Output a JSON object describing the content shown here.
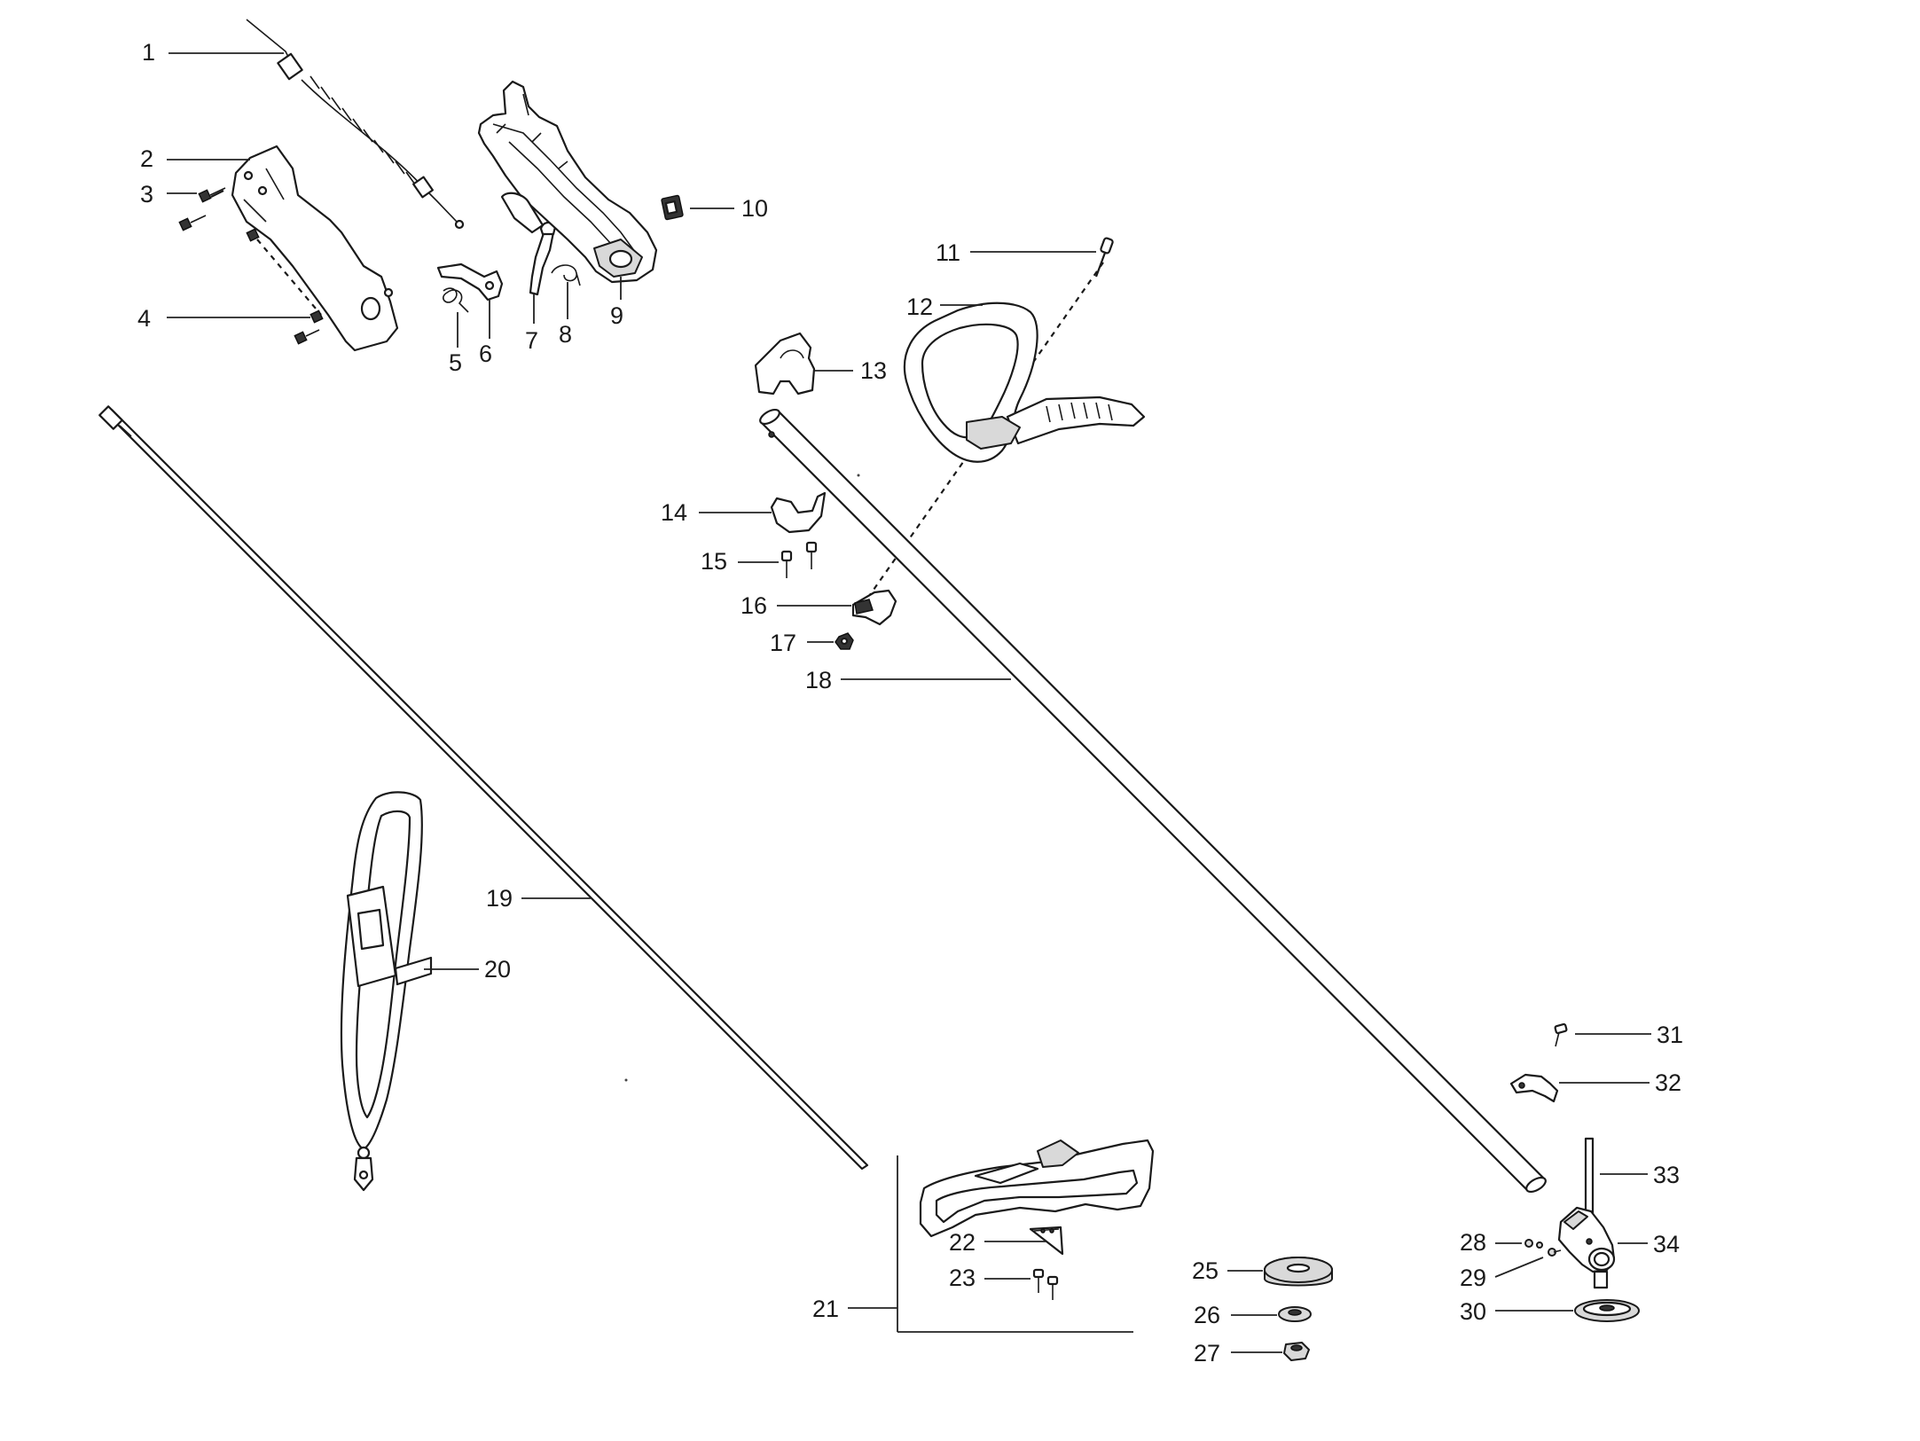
{
  "diagram": {
    "labels": {
      "l1": "1",
      "l2": "2",
      "l3": "3",
      "l4": "4",
      "l5": "5",
      "l6": "6",
      "l7": "7",
      "l8": "8",
      "l9": "9",
      "l10": "10",
      "l11": "11",
      "l12": "12",
      "l13": "13",
      "l14": "14",
      "l15": "15",
      "l16": "16",
      "l17": "17",
      "l18": "18",
      "l19": "19",
      "l20": "20",
      "l21": "21",
      "l22": "22",
      "l23": "23",
      "l25": "25",
      "l26": "26",
      "l27": "27",
      "l28": "28",
      "l29": "29",
      "l30": "30",
      "l31": "31",
      "l32": "32",
      "l33": "33",
      "l34": "34"
    }
  }
}
